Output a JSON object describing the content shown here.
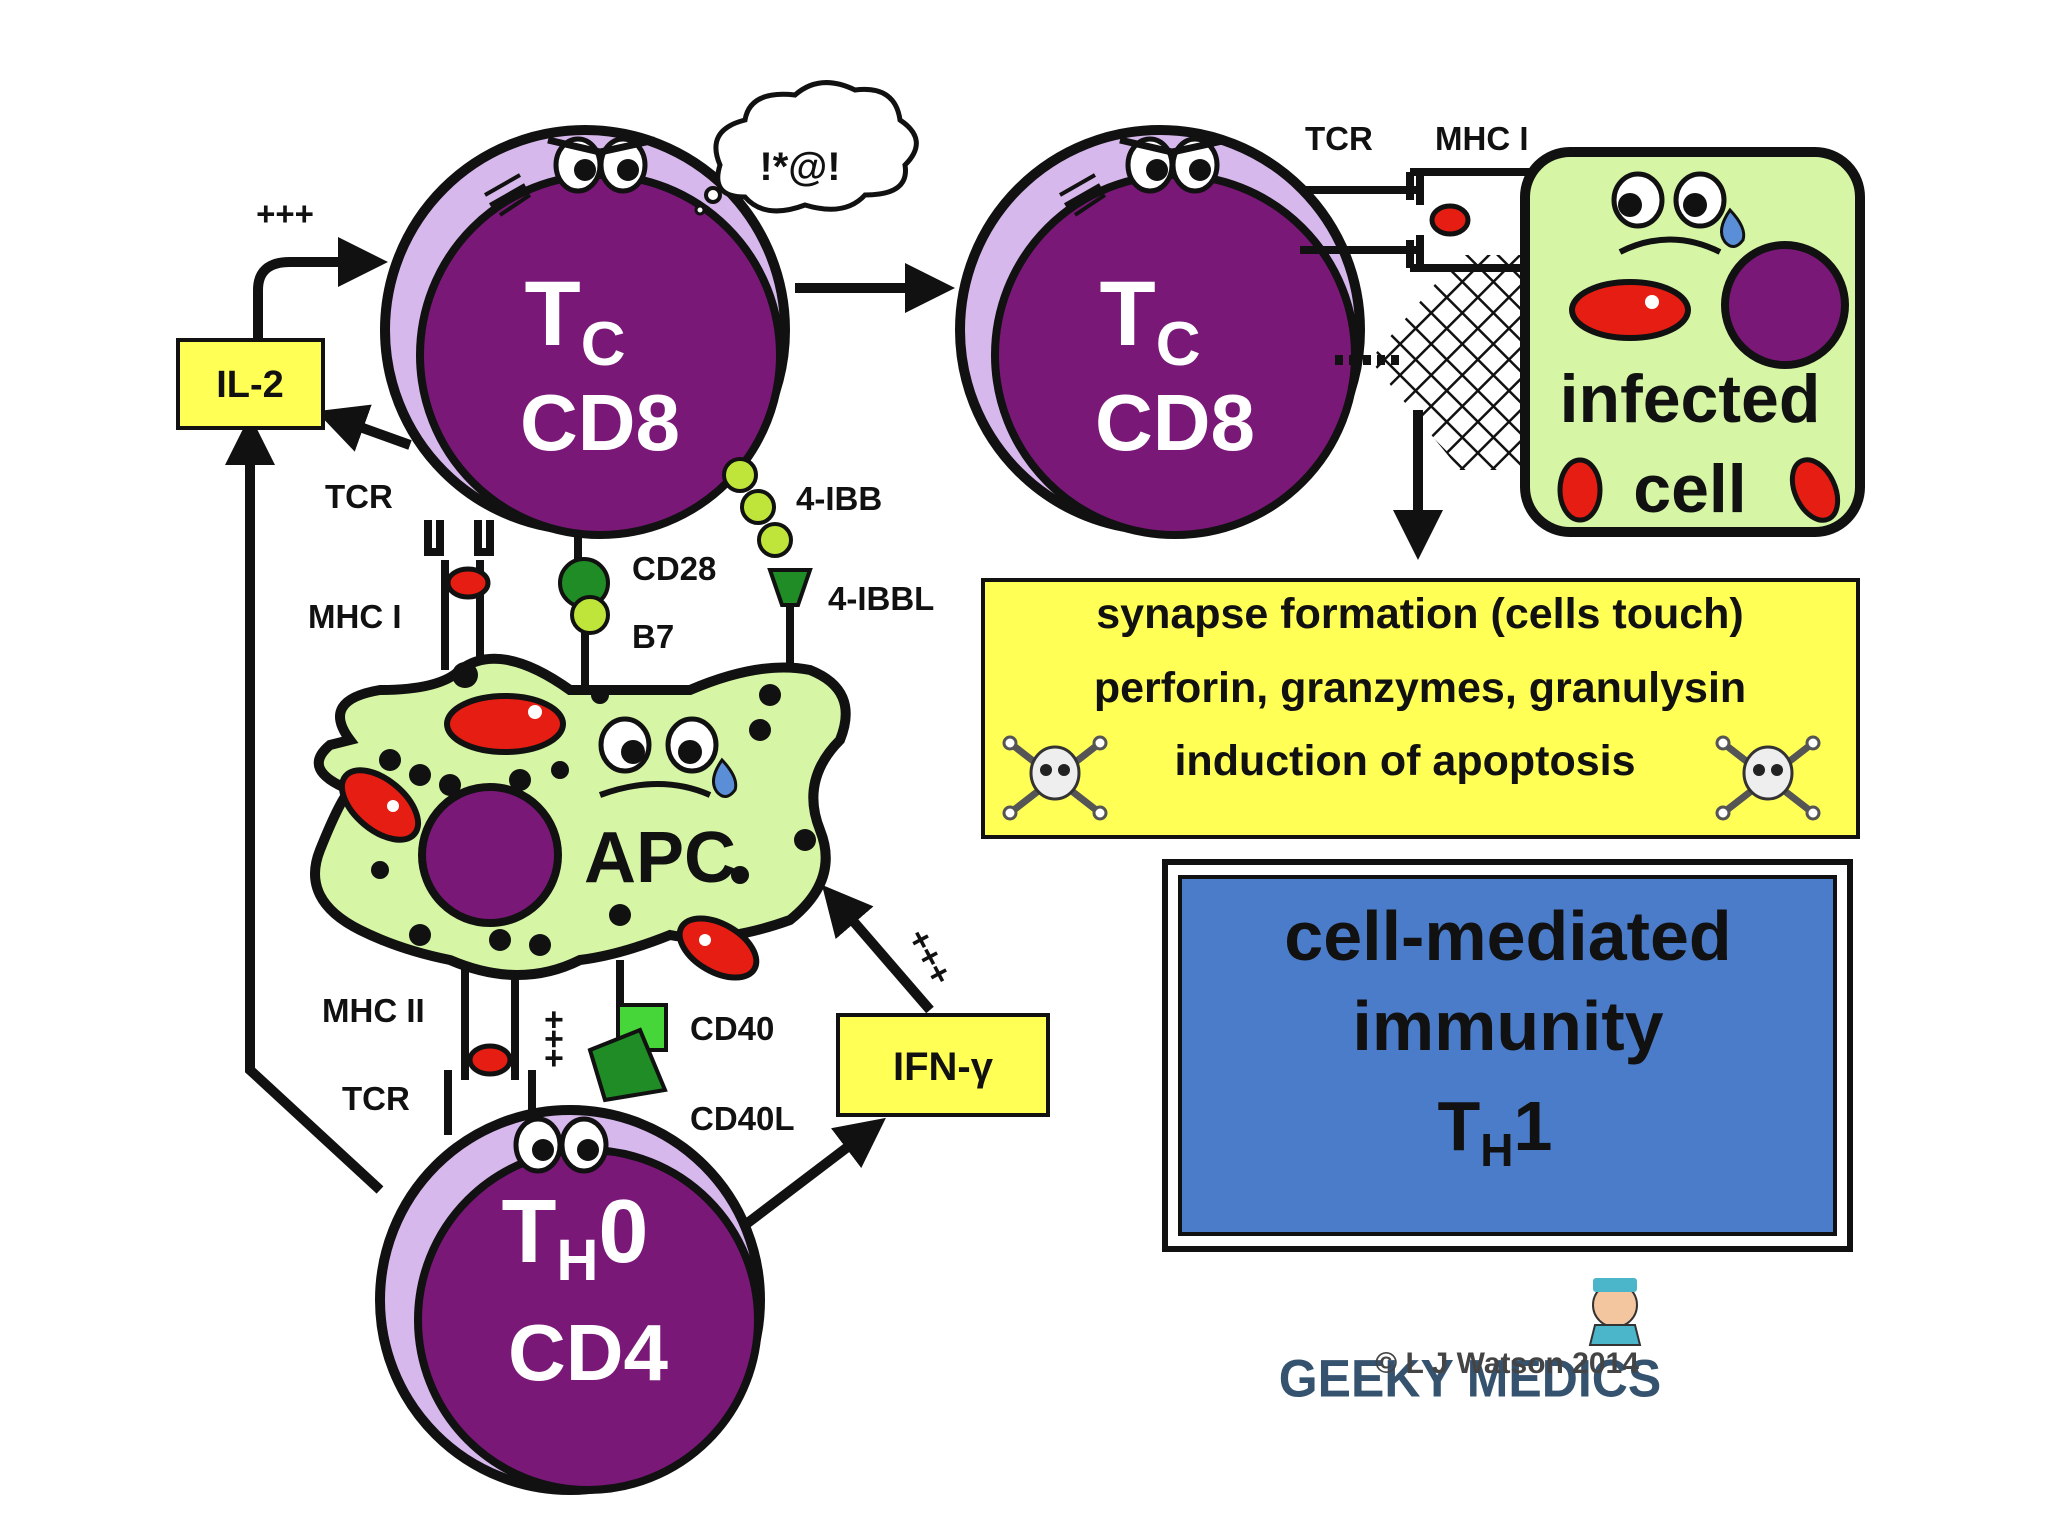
{
  "colors": {
    "purple": "#7a1878",
    "lavender": "#d7b8ec",
    "apc_green": "#d6f5a5",
    "yellow_box": "#ffff55",
    "blue_box": "#4a7cc9",
    "red_organelle": "#e51d12",
    "dark_green": "#1f8c25",
    "light_green": "#bfe53b"
  },
  "cells": {
    "tc1": {
      "main": "T",
      "sub": "C",
      "line2": "CD8"
    },
    "tc2": {
      "main": "T",
      "sub": "C",
      "line2": "CD8"
    },
    "th0": {
      "main": "T",
      "sub": "H",
      "suffix": "0",
      "line2": "CD4"
    },
    "apc": {
      "label": "APC"
    },
    "infected": {
      "line1": "infected",
      "line2": "cell"
    }
  },
  "speech_bubble": "!*@!",
  "labels": {
    "plus_top": "+++",
    "il2": "IL-2",
    "tcr_top": "TCR",
    "mhc1_left": "MHC I",
    "cd28": "CD28",
    "b7": "B7",
    "ibb": "4-IBB",
    "ibbl": "4-IBBL",
    "tcr_right": "TCR",
    "mhc1_right": "MHC I",
    "mhc2": "MHC II",
    "tcr_bottom": "TCR",
    "plus_vertical": "+++",
    "cd40": "CD40",
    "cd40l": "CD40L",
    "ifn": "IFN-γ",
    "plus_diag": "+++"
  },
  "effects_box": {
    "line1": "synapse formation (cells touch)",
    "line2": "perforin, granzymes, granulysin",
    "line3": "induction of apoptosis"
  },
  "immunity_box": {
    "line1": "cell-mediated",
    "line2": "immunity",
    "th_main": "T",
    "th_sub": "H",
    "th_suffix": "1"
  },
  "branding": {
    "logo_text": "GEEKY MEDICS",
    "copyright": "© L J Watson 2014"
  }
}
